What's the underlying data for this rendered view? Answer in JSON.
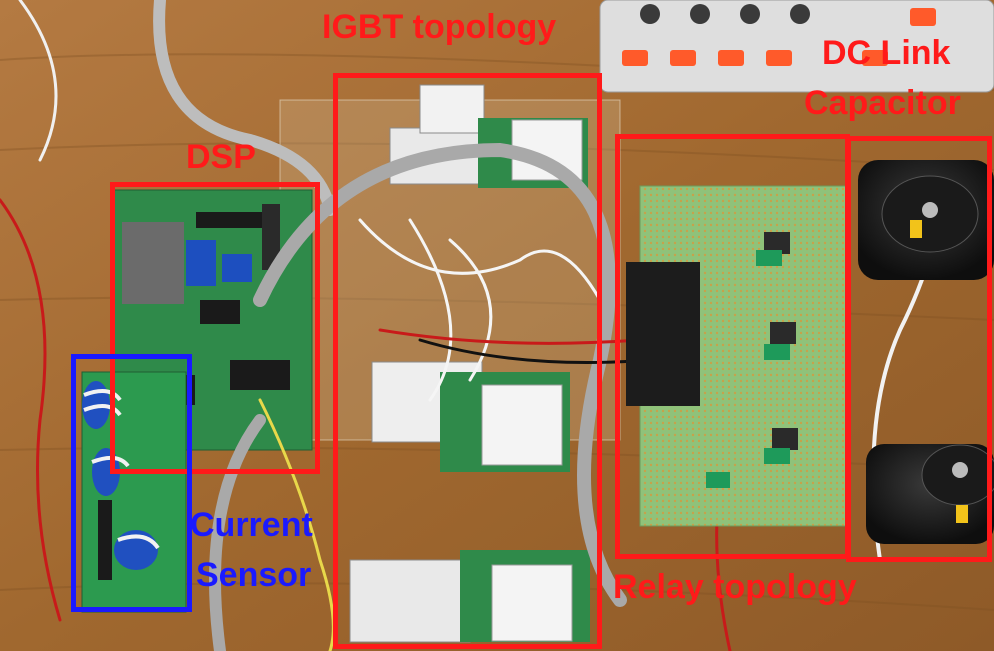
{
  "labels": {
    "igbt": "IGBT topology",
    "dc_link_1": "DC Link",
    "dc_link_2": "Capacitor",
    "dsp": "DSP",
    "current_1": "Current",
    "current_2": "Sensor",
    "relay": "Relay topology"
  },
  "colors": {
    "annotation_red": "#ff1a1a",
    "annotation_blue": "#1a1aff",
    "table_wood": "#a8733f",
    "pcb_green": "#2f8a4a",
    "perfboard_green": "#8fc27a"
  }
}
